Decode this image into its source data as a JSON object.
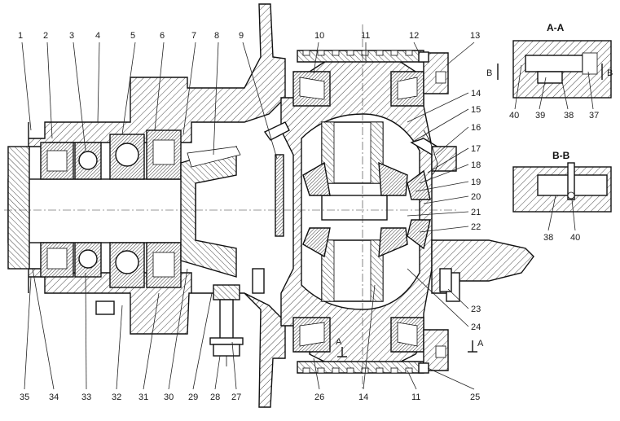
{
  "callouts_top": [
    "1",
    "2",
    "3",
    "4",
    "5",
    "6",
    "7",
    "8",
    "9",
    "10",
    "11",
    "12",
    "13"
  ],
  "callouts_right": [
    "14",
    "15",
    "16",
    "17",
    "18",
    "19",
    "20",
    "21",
    "22",
    "23",
    "24"
  ],
  "callouts_bottom": [
    "35",
    "34",
    "33",
    "32",
    "31",
    "30",
    "29",
    "28",
    "27",
    "26",
    "14",
    "11",
    "25"
  ],
  "section_aa": {
    "title": "A-A",
    "arrow_left": "B",
    "arrow_right": "B",
    "labels": [
      "40",
      "39",
      "38",
      "37"
    ]
  },
  "section_bb": {
    "title": "B-B",
    "labels": [
      "38",
      "40"
    ]
  },
  "cut_marks": {
    "left": "A",
    "right": "A"
  }
}
